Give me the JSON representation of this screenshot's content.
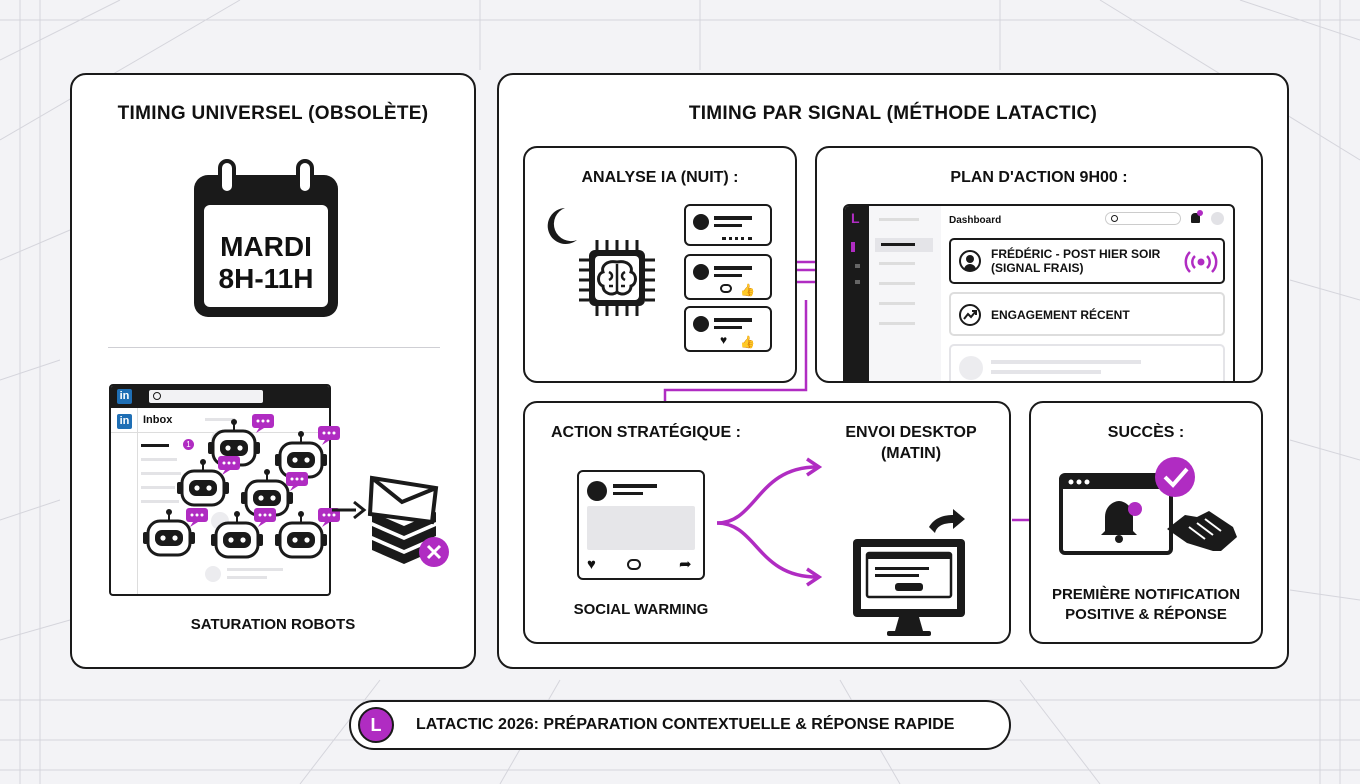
{
  "left_panel": {
    "title": "TIMING UNIVERSEL (OBSOLÈTE)",
    "calendar_line1": "MARDI",
    "calendar_line2": "8H-11H",
    "inbox_label": "Inbox",
    "inbox_badge": "1",
    "linkedin_logo": "in",
    "caption": "SATURATION ROBOTS"
  },
  "right_panel": {
    "title": "TIMING PAR SIGNAL (MÉTHODE LATACTIC)",
    "analyse": {
      "title": "ANALYSE IA (NUIT) :"
    },
    "plan": {
      "title": "PLAN D'ACTION 9H00 :",
      "dashboard_label": "Dashboard",
      "card1_line1": "FRÉDÉRIC - POST HIER SOIR",
      "card1_line2": "(SIGNAL FRAIS)",
      "card2": "ENGAGEMENT RÉCENT",
      "app_logo": "L"
    },
    "action": {
      "title": "ACTION STRATÉGIQUE :",
      "caption": "SOCIAL WARMING",
      "envoi_line1": "ENVOI DESKTOP",
      "envoi_line2": "(MATIN)"
    },
    "succes": {
      "title": "SUCCÈS :",
      "caption_line1": "PREMIÈRE NOTIFICATION",
      "caption_line2": "POSITIVE & RÉPONSE"
    }
  },
  "footer": {
    "logo": "L",
    "text": "LATACTIC 2026: PRÉPARATION CONTEXTUELLE & RÉPONSE RAPIDE"
  },
  "colors": {
    "accent": "#b02cc2",
    "ink": "#1a1a1a",
    "muted": "#d9d9de"
  }
}
